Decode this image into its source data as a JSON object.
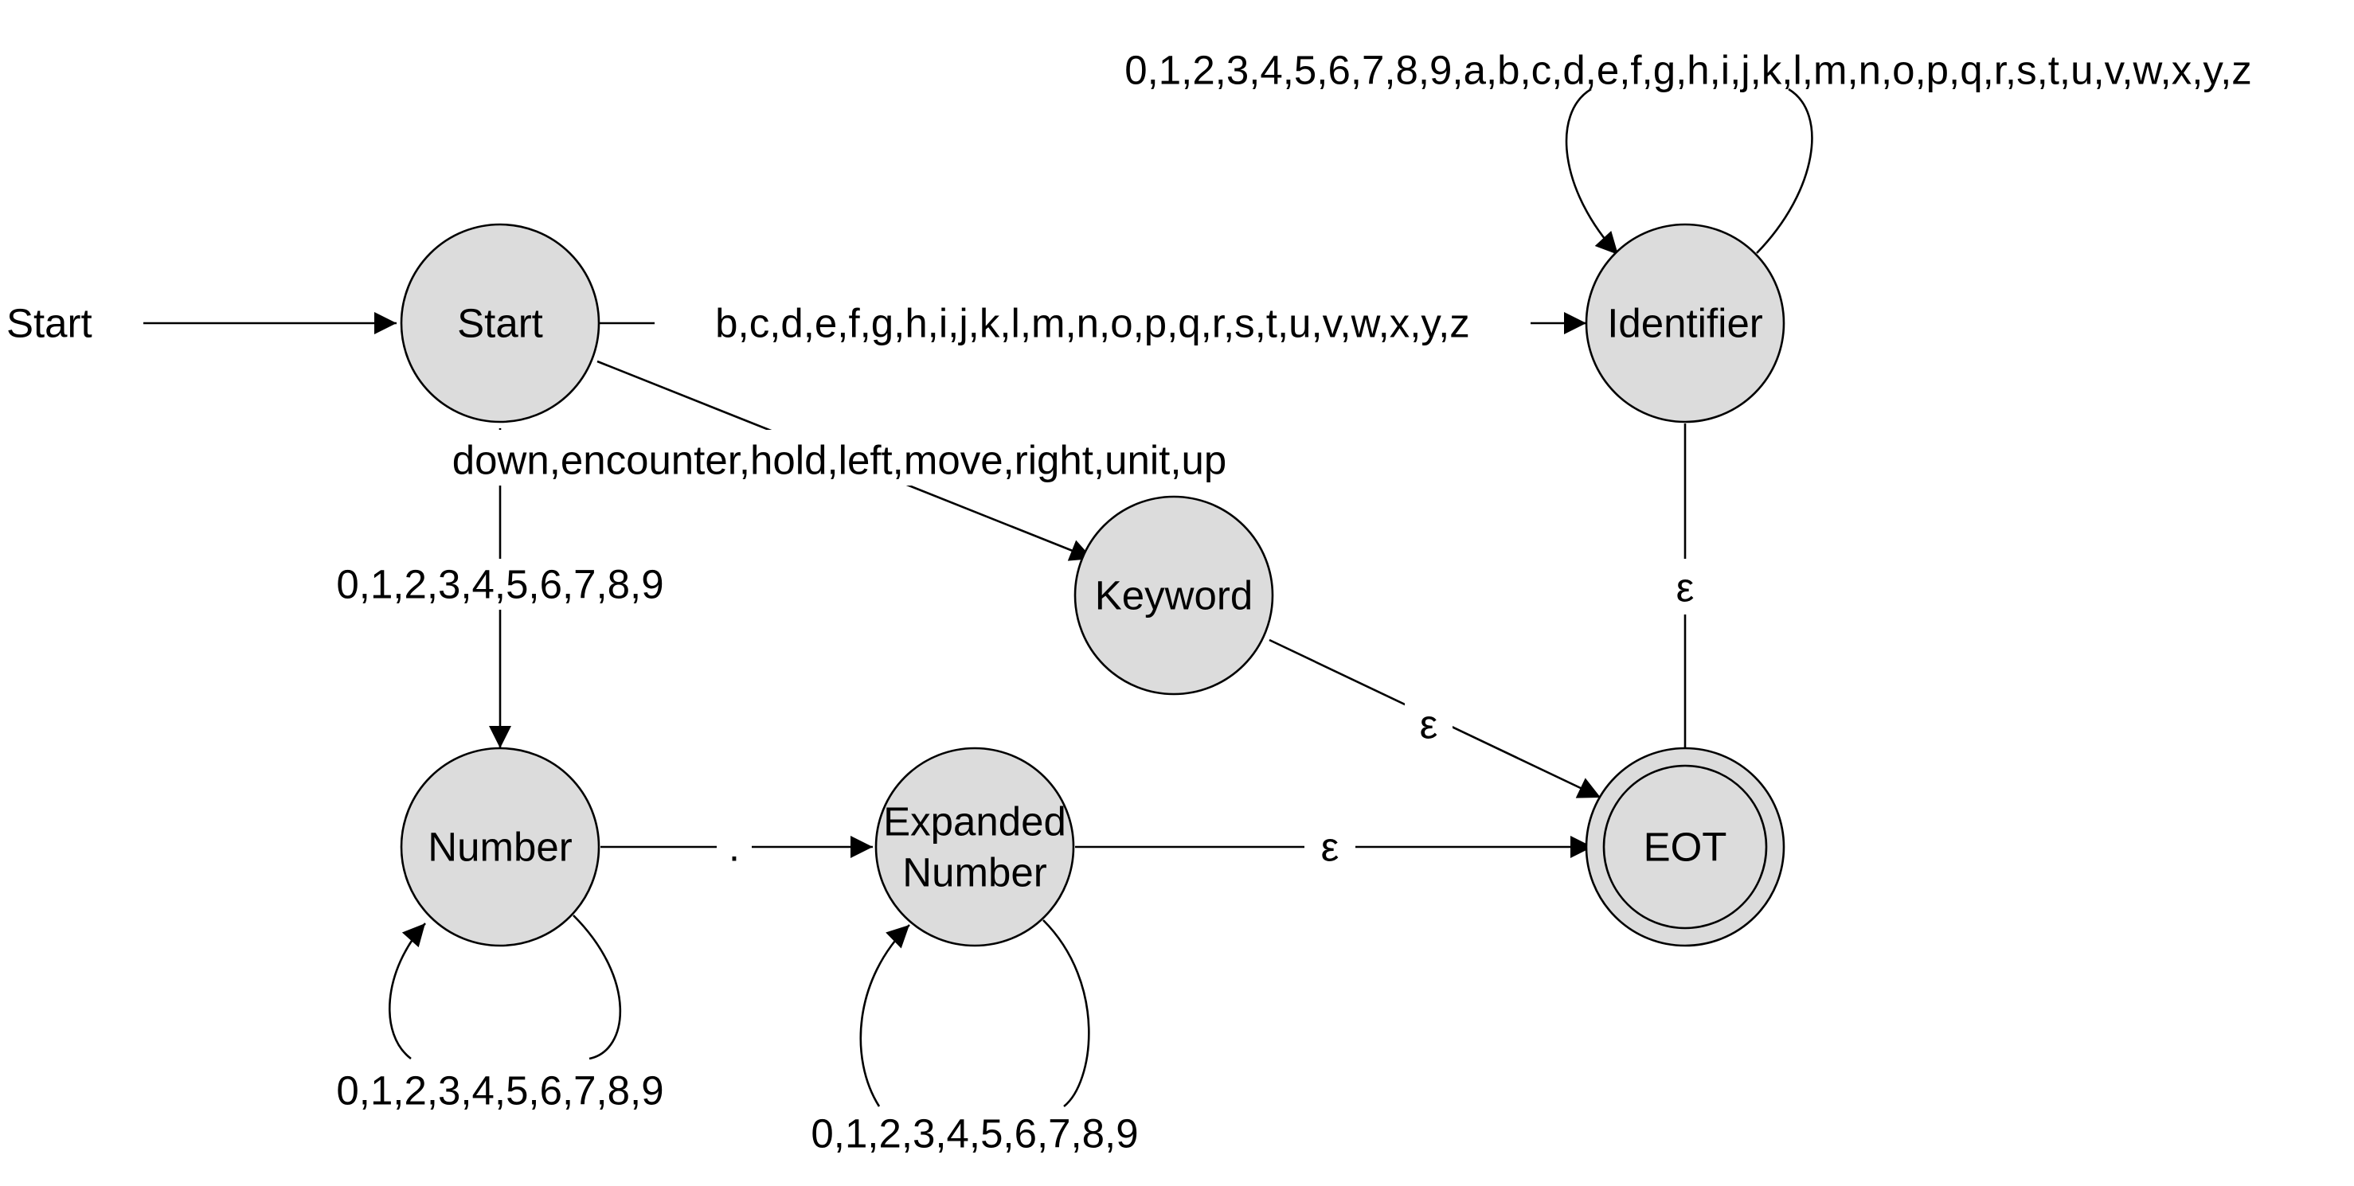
{
  "diagram": {
    "start_marker": "Start",
    "states": {
      "start": {
        "label": "Start"
      },
      "identifier": {
        "label": "Identifier"
      },
      "keyword": {
        "label": "Keyword"
      },
      "number": {
        "label": "Number"
      },
      "expanded_number": {
        "line1": "Expanded",
        "line2": "Number"
      },
      "eot": {
        "label": "EOT",
        "accepting": true
      }
    },
    "transitions": {
      "start_to_identifier": "b,c,d,e,f,g,h,i,j,k,l,m,n,o,p,q,r,s,t,u,v,w,x,y,z",
      "start_to_keyword": "down,encounter,hold,left,move,right,unit,up",
      "start_to_number": "0,1,2,3,4,5,6,7,8,9",
      "identifier_loop": "0,1,2,3,4,5,6,7,8,9,a,b,c,d,e,f,g,h,i,j,k,l,m,n,o,p,q,r,s,t,u,v,w,x,y,z",
      "identifier_to_eot": "ε",
      "keyword_to_eot": "ε",
      "number_to_expanded": ".",
      "number_loop": "0,1,2,3,4,5,6,7,8,9",
      "expanded_to_eot": "ε",
      "expanded_loop": "0,1,2,3,4,5,6,7,8,9"
    }
  }
}
